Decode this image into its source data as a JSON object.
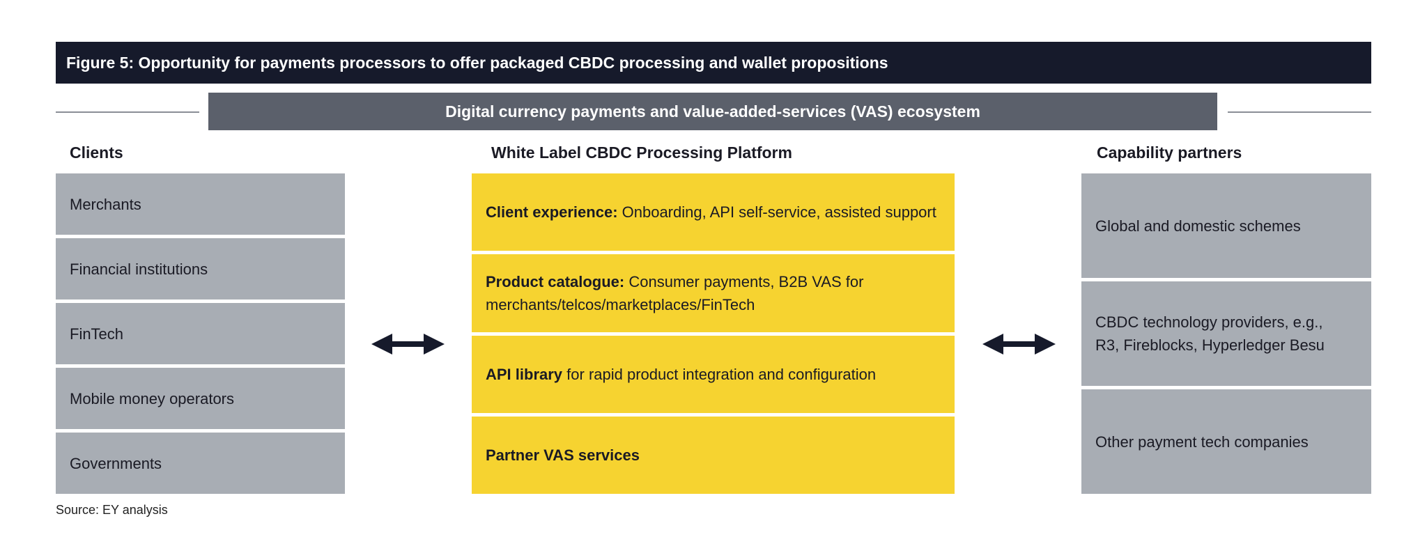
{
  "title": "Figure 5: Opportunity for payments processors to offer packaged CBDC processing and wallet propositions",
  "subtitle": "Digital currency payments and value-added-services (VAS) ecosystem",
  "clients": {
    "heading": "Clients",
    "items": [
      "Merchants",
      "Financial institutions",
      "FinTech",
      "Mobile money operators",
      "Governments"
    ]
  },
  "platform": {
    "heading": "White Label CBDC Processing Platform",
    "items": [
      {
        "bold": "Client experience:",
        "text": " Onboarding, API self-service, assisted support"
      },
      {
        "bold": "Product catalogue:",
        "text": " Consumer payments, B2B VAS for merchants/telcos/marketplaces/FinTech"
      },
      {
        "bold": "API library",
        "text": " for rapid product integration and configuration"
      },
      {
        "bold": "Partner VAS services",
        "text": ""
      }
    ]
  },
  "partners": {
    "heading": "Capability partners",
    "items": [
      "Global and domestic schemes",
      "CBDC technology providers, e.g., R3, Fireblocks, Hyperledger Besu",
      "Other payment tech companies"
    ]
  },
  "source": "Source: EY analysis",
  "colors": {
    "navy": "#161a2b",
    "bar": "#5b606b",
    "gray": "#a8adb4",
    "yellow": "#f6d330"
  }
}
